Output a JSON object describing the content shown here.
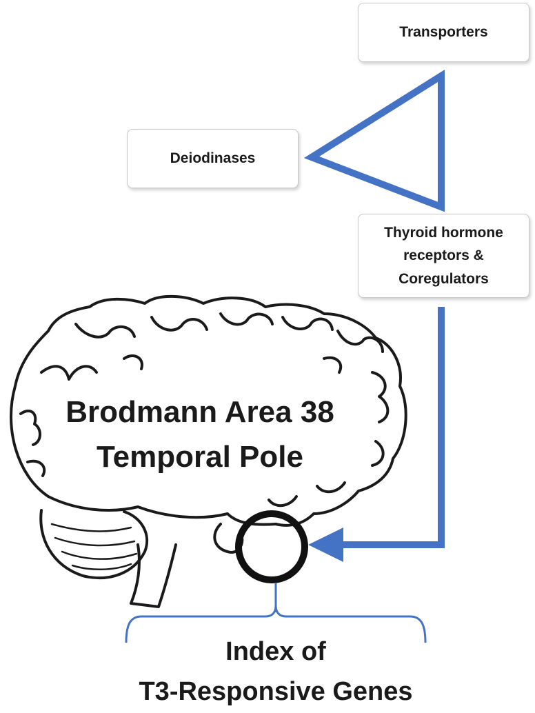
{
  "boxes": {
    "transporters": "Transporters",
    "deiodinases": "Deiodinases",
    "receptors_line1": "Thyroid hormone",
    "receptors_line2": "receptors &",
    "receptors_line3": "Coregulators"
  },
  "brain_label": {
    "line1": "Brodmann Area 38",
    "line2": "Temporal Pole"
  },
  "index_label": {
    "line1": "Index of",
    "line2": "T3-Responsive Genes"
  },
  "colors": {
    "arrow": "#4472c4",
    "circle": "#111111",
    "brain_outline": "#1a1a1a"
  }
}
